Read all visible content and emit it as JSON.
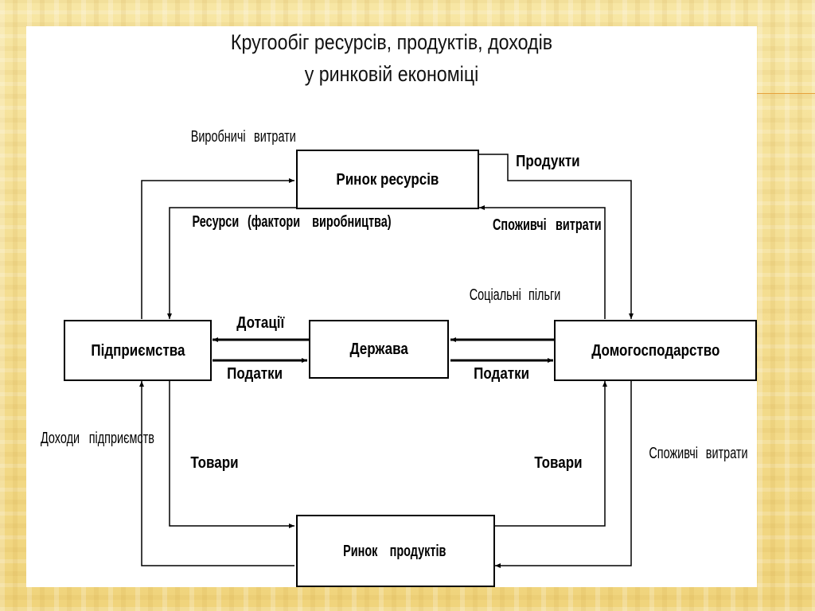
{
  "title": {
    "line1": "Кругообіг ресурсів, продуктів, доходів",
    "line2": "у  ринковій  економіці"
  },
  "nodes": {
    "resource_market": "Ринок ресурсів",
    "firms": "Підприємства",
    "state": "Держава",
    "households": "Домогосподарство",
    "product_market_l1": "Ринок",
    "product_market_l2": "продуктів"
  },
  "labels": {
    "production_costs_l1": "Виробничі",
    "production_costs_l2": "витрати",
    "products": "Продукти",
    "resources_l1": "Ресурси",
    "resources_l2": "(фактори",
    "resources_l3": "виробництва)",
    "consumer_spending_top_l1": "Споживчі",
    "consumer_spending_top_l2": "витрати",
    "subsidies": "Дотації",
    "social_benefits_l1": "Соціальні",
    "social_benefits_l2": "пільги",
    "taxes_left": "Податки",
    "taxes_right": "Податки",
    "firm_income_l1": "Доходи",
    "firm_income_l2": "підприємств",
    "goods_left": "Товари",
    "goods_right": "Товари",
    "consumer_spending_bottom_l1": "Споживчі",
    "consumer_spending_bottom_l2": "витрати"
  }
}
